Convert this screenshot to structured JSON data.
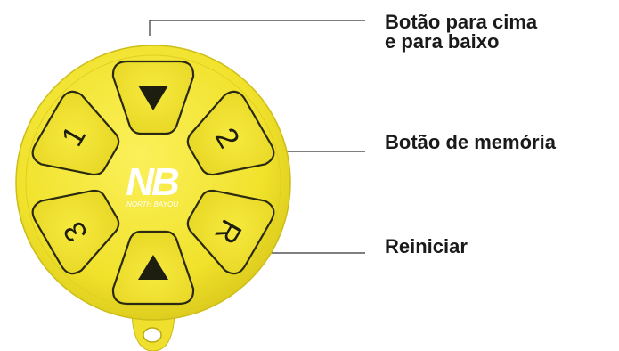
{
  "labels": {
    "up_down_line1": "Botão para cima",
    "up_down_line2": "e para baixo",
    "memory": "Botão de memória",
    "reset": "Reiniciar"
  },
  "device": {
    "logo_text": "NB",
    "brand_text": "NORTH BAYOU",
    "buttons": {
      "memory_1": "1",
      "memory_2": "2",
      "memory_3": "3",
      "reset": "R"
    },
    "colors": {
      "body": "#f2e431",
      "body_edge": "#d9c81c",
      "outline": "#2a2a12",
      "logo": "#ffffff",
      "label_text": "#1a1a1a",
      "leader_line": "#333333"
    }
  }
}
